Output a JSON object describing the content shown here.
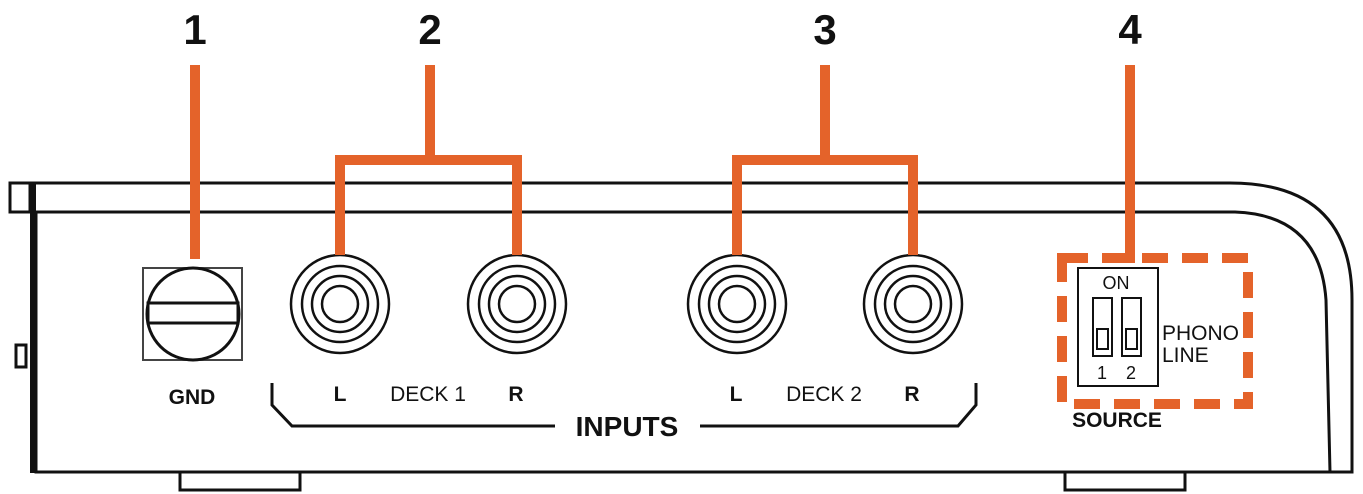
{
  "accent_color": "#E4632A",
  "callouts": [
    "1",
    "2",
    "3",
    "4"
  ],
  "labels": {
    "gnd": "GND",
    "left": "L",
    "right": "R",
    "deck1": "DECK 1",
    "deck2": "DECK 2",
    "inputs": "INPUTS",
    "source": "SOURCE",
    "switch_on": "ON",
    "switch_1": "1",
    "switch_2": "2",
    "phono": "PHONO",
    "line": "LINE"
  }
}
